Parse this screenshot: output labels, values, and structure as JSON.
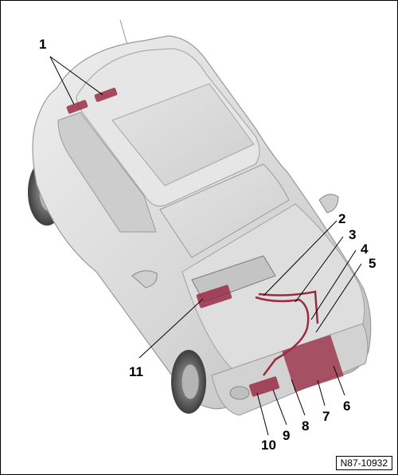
{
  "diagram": {
    "callouts": [
      {
        "id": "c1",
        "label": "1"
      },
      {
        "id": "c2",
        "label": "2"
      },
      {
        "id": "c3",
        "label": "3"
      },
      {
        "id": "c4",
        "label": "4"
      },
      {
        "id": "c5",
        "label": "5"
      },
      {
        "id": "c6",
        "label": "6"
      },
      {
        "id": "c7",
        "label": "7"
      },
      {
        "id": "c8",
        "label": "8"
      },
      {
        "id": "c9",
        "label": "9"
      },
      {
        "id": "c10",
        "label": "10"
      },
      {
        "id": "c11",
        "label": "11"
      }
    ],
    "reference_code": "N87-10932",
    "highlight_color": "#9a2b45",
    "body_color": "#d9d9d9"
  }
}
